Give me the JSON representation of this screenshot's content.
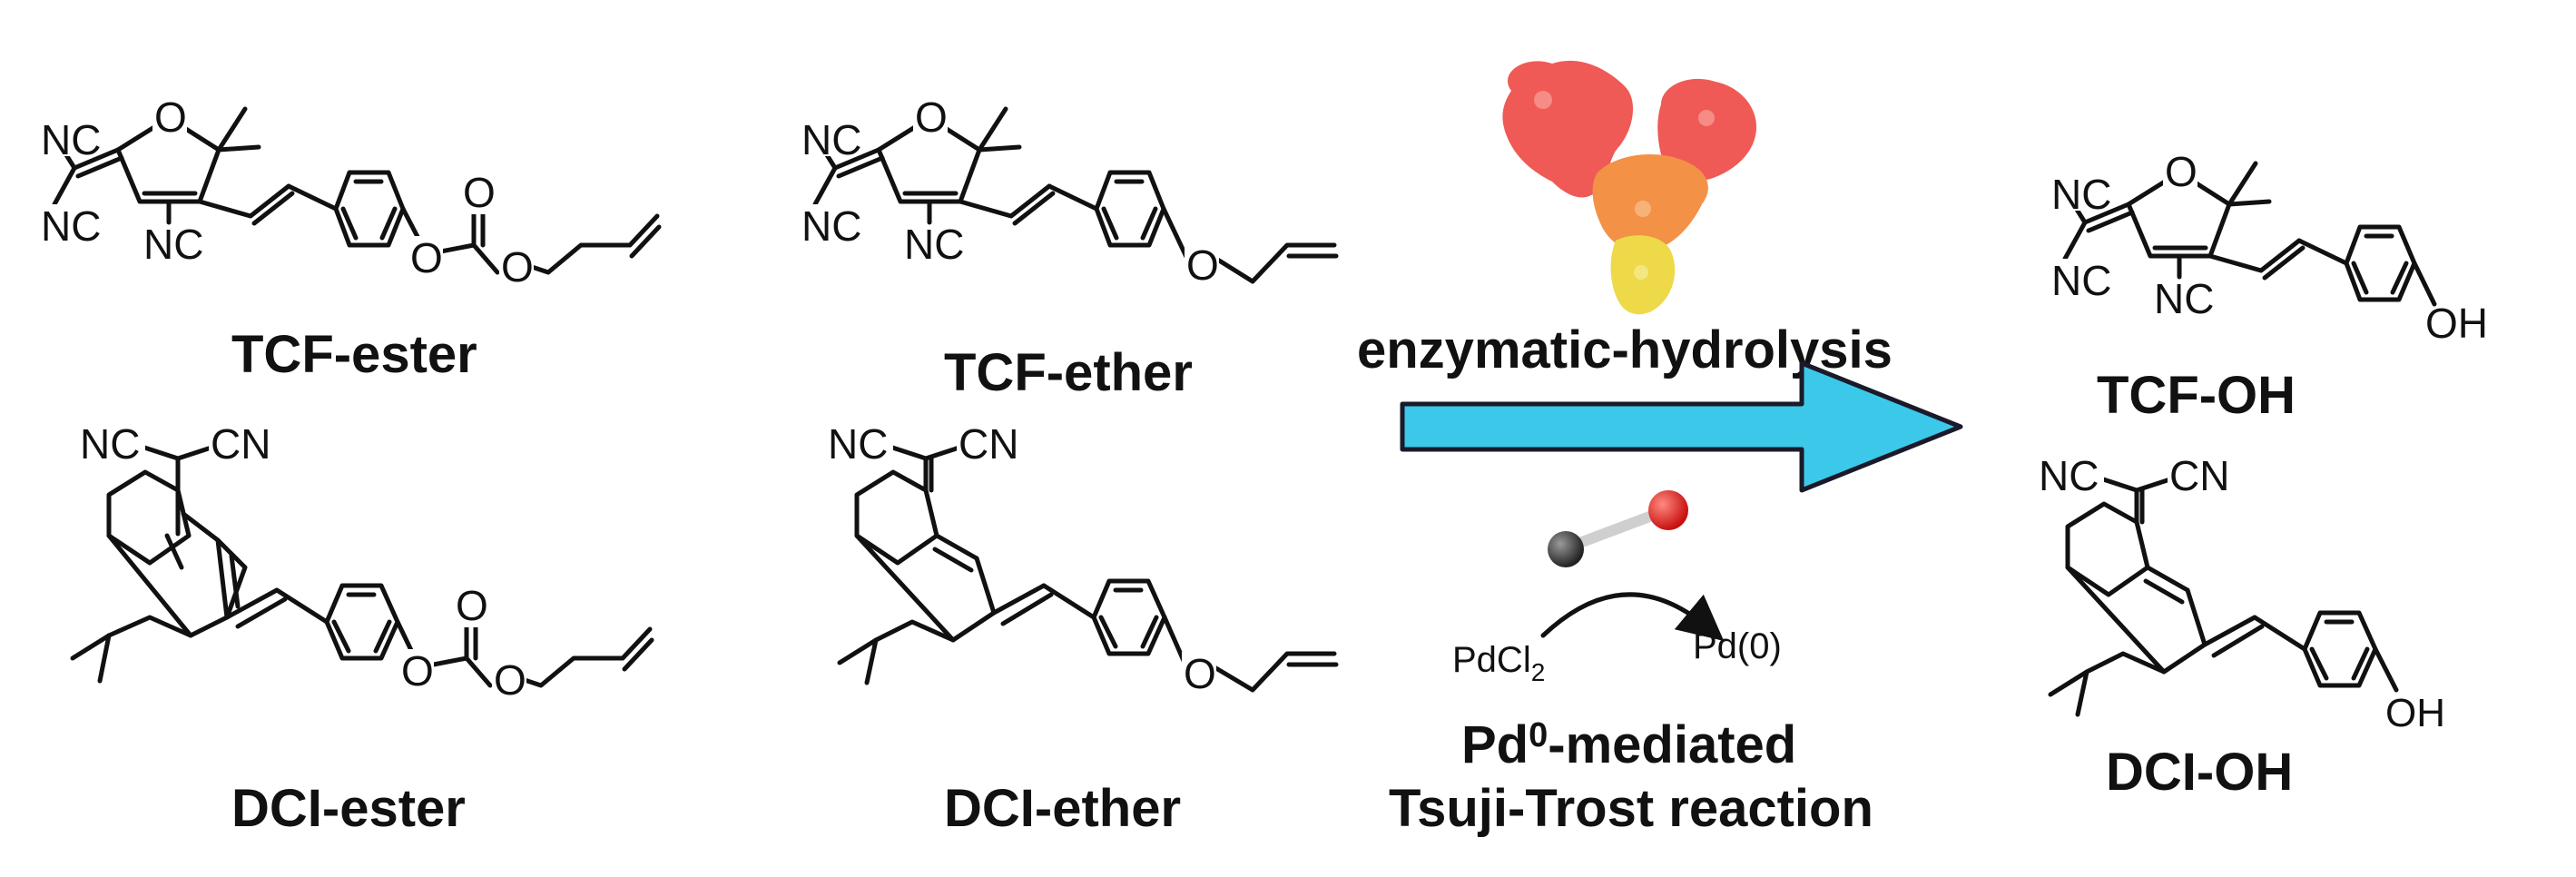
{
  "compounds": {
    "tcf_ester": "TCF-ester",
    "tcf_ether": "TCF-ether",
    "dci_ester": "DCI-ester",
    "dci_ether": "DCI-ether",
    "tcf_oh": "TCF-OH",
    "dci_oh": "DCI-OH"
  },
  "atoms": {
    "nc": "NC",
    "cn": "CN",
    "o": "O",
    "oh": "OH"
  },
  "reaction": {
    "enzymatic_label": "enzymatic-hydrolysis",
    "catalyst_start_main": "PdCl",
    "catalyst_start_sub": "2",
    "catalyst_end": "Pd(0)",
    "pd_prefix": "Pd",
    "pd_superscript": "0",
    "pd_suffix": "-mediated",
    "tsuji_label": "Tsuji-Trost reaction"
  },
  "colors": {
    "arrow_fill": "#3cc8e8",
    "arrow_stroke": "#1a1a2a",
    "protein_red": "#ef5a56",
    "protein_orange": "#f39147",
    "protein_yellow": "#eed949",
    "co_carbon": "#333333",
    "co_oxygen": "#e6221a"
  },
  "icons": {
    "protein": "enzyme-structure-icon",
    "carbon_monoxide": "co-molecule-icon"
  }
}
